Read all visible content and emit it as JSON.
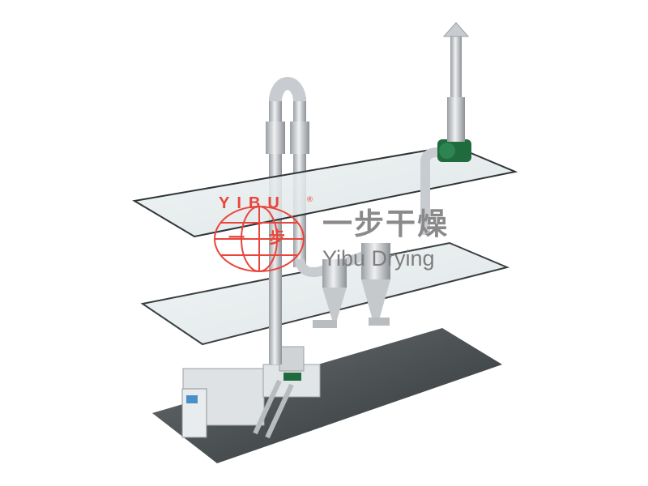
{
  "logo": {
    "letters": "YIBU",
    "registered": "®",
    "chinese": "一步"
  },
  "brand": {
    "chinese": "一步干燥",
    "english": "Yibu Drying"
  },
  "colors": {
    "logo_red": "#e8463c",
    "brand_gray": "#8a8a8a",
    "blower_green": "#1f6b3d",
    "floor": "#4a5052"
  }
}
